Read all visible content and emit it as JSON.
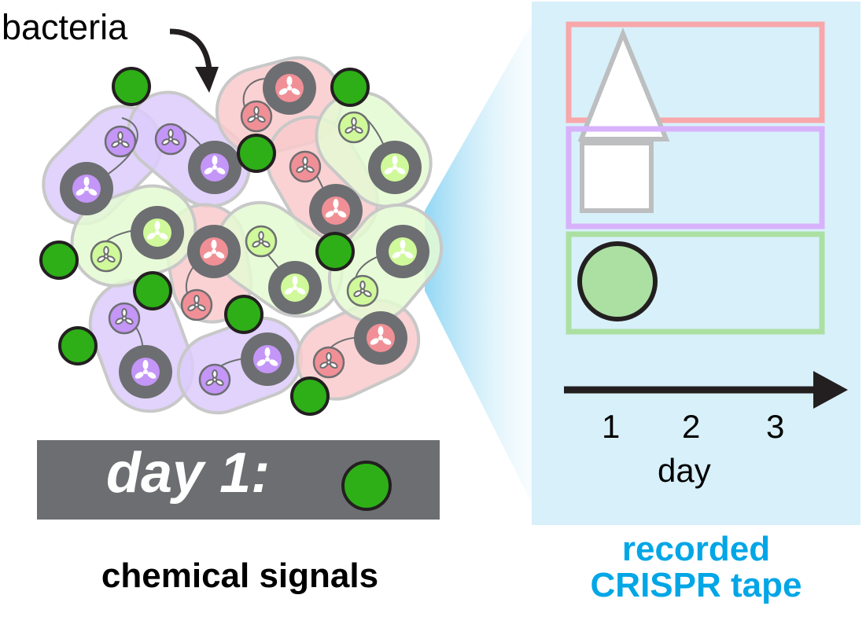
{
  "labels": {
    "bacteria": "bacteria",
    "day_banner": "day 1:",
    "chemical_signals": "chemical signals",
    "tape_caption_line1": "recorded",
    "tape_caption_line2": "CRISPR tape"
  },
  "timeline": {
    "ticks": [
      "1",
      "2",
      "3"
    ],
    "axis_label": "day"
  },
  "tape_rows": [
    {
      "signal": "triangle",
      "border_color": "#f8a7aa",
      "symbol_fill": "#ffffff",
      "symbol_stroke": "#bcbec0"
    },
    {
      "signal": "square",
      "border_color": "#d7b2fb",
      "symbol_fill": "#ffffff",
      "symbol_stroke": "#bcbec0"
    },
    {
      "signal": "circle",
      "border_color": "#abe0a2",
      "symbol_fill": "#abe0a2",
      "symbol_stroke": "#231f20"
    }
  ],
  "colors": {
    "signal_green": "#2eaf17",
    "tape_background": "#d8f0fa",
    "caption_blue": "#00a6e6",
    "banner_gray": "#6d6e71",
    "cell_purple": "#dccbfb",
    "cell_red": "#f9cacb",
    "cell_green": "#e4fad2"
  }
}
